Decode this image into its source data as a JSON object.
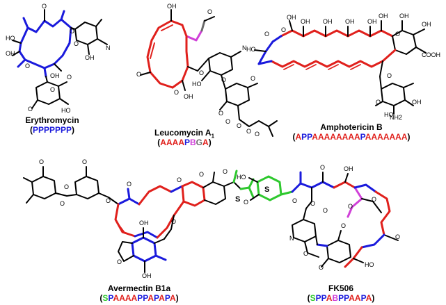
{
  "colors": {
    "P": "#1a1adc",
    "A": "#e0201c",
    "B": "#d040d8",
    "G": "#6a6a6a",
    "S": "#2ec82e",
    "bond": "#000000"
  },
  "molecules": [
    {
      "id": "erythromycin",
      "name": "Erythromycin",
      "subscript": "",
      "sequence": "PPPPPPP"
    },
    {
      "id": "leucomycin",
      "name": "Leucomycin A",
      "subscript": "1",
      "sequence": "AAAAPBGA"
    },
    {
      "id": "amphotericin",
      "name": "Amphotericin B",
      "subscript": "",
      "sequence": "APPAAAAAAAAPAAAAAAA"
    },
    {
      "id": "avermectin",
      "name": "Avermectin B1a",
      "subscript": "",
      "sequence": "SPAAAAPPAPAPA"
    },
    {
      "id": "fk506",
      "name": "FK506",
      "subscript": "",
      "sequence": "SPPABPPAAPA"
    }
  ],
  "atom_labels": {
    "ery": [
      "O",
      "HO",
      "OH",
      "OH",
      "O",
      "O",
      "O",
      "O",
      "HO",
      "N",
      "O",
      "O",
      "OH"
    ],
    "leu": [
      "OH",
      "O",
      "O",
      "O",
      "O",
      "N",
      "HO",
      "O",
      "OH",
      "O",
      "O",
      "O",
      "O",
      "O",
      "O"
    ],
    "amp": [
      "O",
      "O",
      "OH",
      "OH",
      "OH",
      "OH",
      "OH",
      "O",
      "OH",
      "OH",
      "OH",
      "HO",
      "COOH",
      "O",
      "O",
      "OH",
      "HO",
      "NH2"
    ],
    "ave": [
      "O",
      "O",
      "O",
      "O",
      "O",
      "O",
      "O",
      "O",
      "O",
      "OH",
      "O",
      "O",
      "OH"
    ],
    "fk": [
      "HO",
      "O",
      "O",
      "OH",
      "O",
      "O",
      "O",
      "N",
      "O",
      "O",
      "HO",
      "O",
      "O",
      "O",
      "O"
    ]
  },
  "module_labels": [
    "S",
    "S",
    "S"
  ]
}
